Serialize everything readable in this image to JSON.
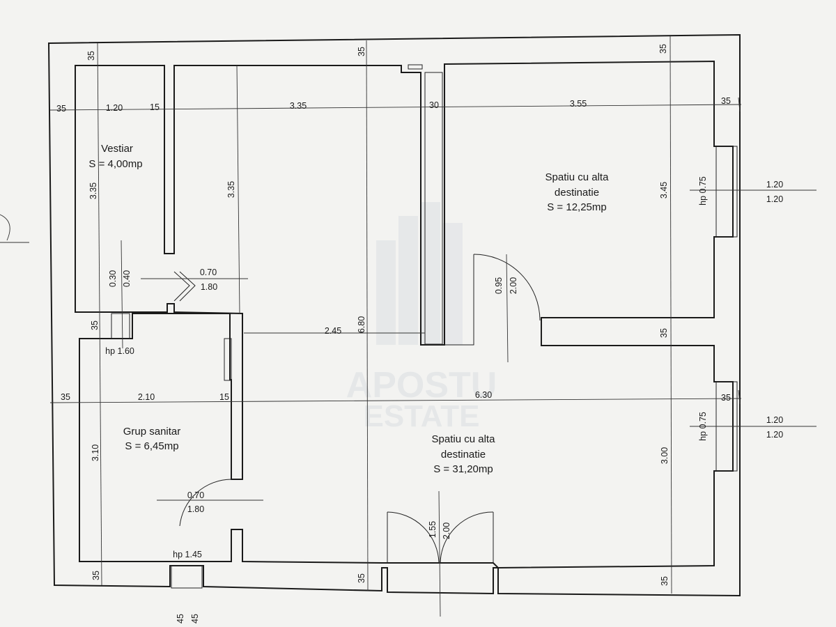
{
  "rooms": {
    "vestiar": {
      "name": "Vestiar",
      "area": "S = 4,00mp"
    },
    "spatiu_mic": {
      "name_1": "Spatiu cu alta",
      "name_2": "destinatie",
      "area": "S = 12,25mp"
    },
    "grup": {
      "name": "Grup sanitar",
      "area": "S = 6,45mp"
    },
    "spatiu_mare": {
      "name_1": "Spatiu cu alta",
      "name_2": "destinatie",
      "area": "S = 31,20mp"
    }
  },
  "dims": {
    "h_top": [
      "35",
      "1.20",
      "15",
      "3.35",
      "30",
      "3.55",
      "35"
    ],
    "h_mid": [
      "35",
      "2.10",
      "15",
      "6.30",
      "35"
    ],
    "v_left": [
      "35",
      "3.35",
      "35",
      "3.10",
      "35"
    ],
    "v_right": [
      "35",
      "3.45",
      "35",
      "3.00",
      "35"
    ],
    "inner_335": "3.35",
    "d245": "2.45",
    "d680": "6.80",
    "door_vestiar_small": [
      "0.30",
      "0.40"
    ],
    "door_vestiar": [
      "0.70",
      "1.80"
    ],
    "door_room": [
      "0.95",
      "2.00"
    ],
    "door_grup": [
      "0.70",
      "1.80"
    ],
    "door_main": [
      "1.55",
      "2.00"
    ],
    "hp_160": "hp 1.60",
    "hp_145": "hp 1.45",
    "hp_075_a": "hp 0.75",
    "hp_075_b": "hp 0.75",
    "win_a": [
      "1.20",
      "1.20"
    ],
    "win_b": [
      "1.20",
      "1.20"
    ],
    "bottom_45": [
      "45",
      "45"
    ]
  },
  "watermark": {
    "line1": "APOSTU",
    "line2": "ESTATE"
  }
}
